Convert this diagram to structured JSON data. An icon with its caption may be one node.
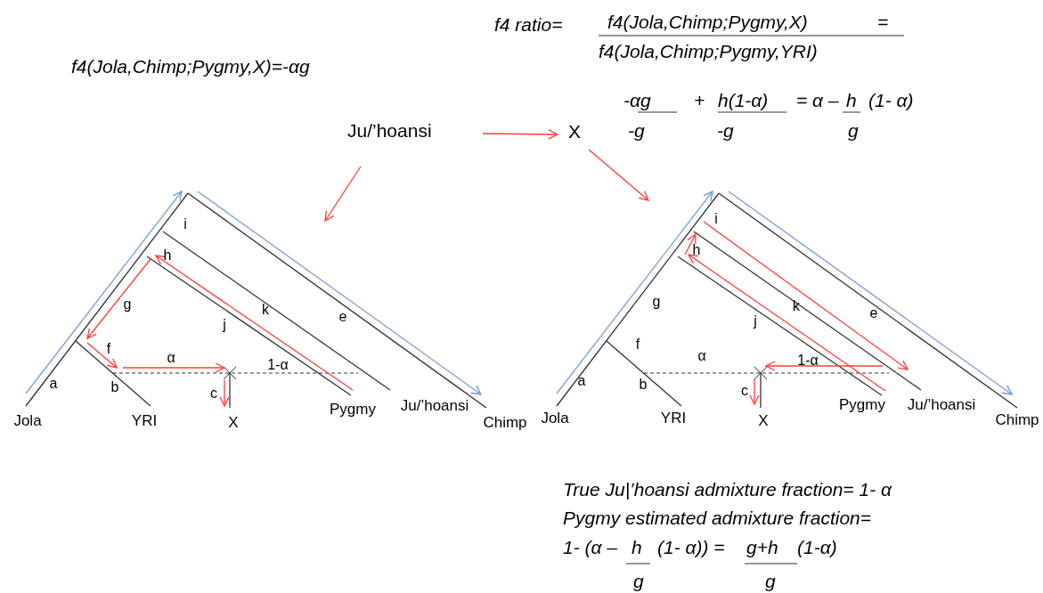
{
  "diagram": {
    "nodes": [
      {
        "text": [
          "Ju/’hoansi"
        ]
      },
      {
        "text": [
          "X"
        ]
      },
      {
        "text": [],
        "shape": "picture"
      },
      {
        "text": [],
        "shape": "picture"
      }
    ],
    "edges": [
      {
        "from": 0,
        "to": 1,
        "arrow": "to"
      },
      {
        "from": 0,
        "to": 2,
        "arrow": "to"
      },
      {
        "from": 1,
        "to": 3,
        "arrow": "to"
      }
    ],
    "labels": [
      "f4(Jola,Chimp;Pygmy,X)=-αg",
      "f4 ratio=",
      "f4(Jola,Chimp;Pygmy,X)",
      "=",
      "f4(Jola,Chimp;Pygmy,YRI)",
      "-αg",
      "+",
      "h(1-α)",
      "= α –",
      "h",
      "(1- α)",
      "-g",
      "-g",
      "g",
      "i",
      "h",
      "g",
      "k",
      "e",
      "j",
      "f",
      "α",
      "1-α",
      "a",
      "b",
      "c",
      "Jola",
      "YRI",
      "X",
      "Pygmy",
      "Ju/’hoansi",
      "Chimp",
      "i",
      "h",
      "g",
      "k",
      "e",
      "j",
      "f",
      "α",
      "1-α",
      "a",
      "b",
      "c",
      "Jola",
      "YRI",
      "X",
      "Pygmy",
      "Ju/’hoansi",
      "Chimp",
      "True Ju|’hoansi admixture fraction= 1- α",
      "Pygmy estimated admixture fraction=",
      "1- (α –",
      "h",
      "(1- α)) =",
      "g+h",
      "(1-α)",
      "g",
      "g"
    ]
  }
}
